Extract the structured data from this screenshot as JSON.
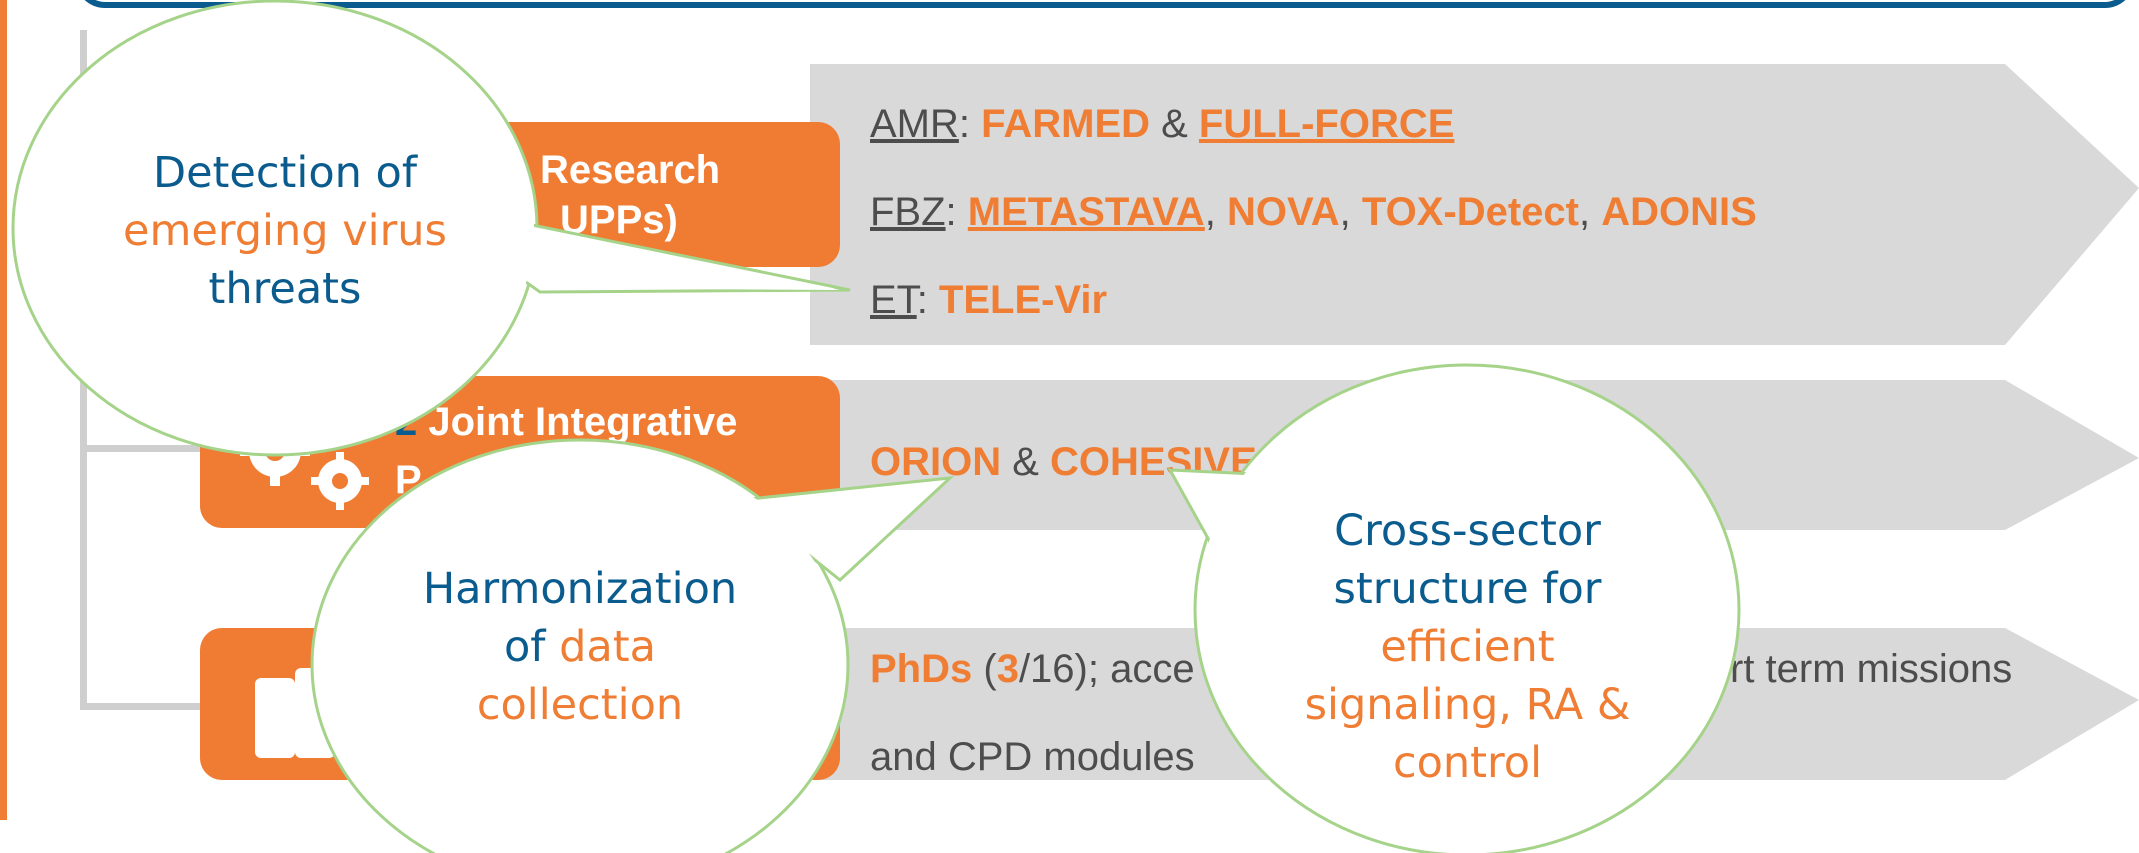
{
  "colors": {
    "accent": "#ef7d33",
    "blue": "#0b5c8e",
    "gray": "#d9d9d9",
    "bubble_border": "#a6d38a"
  },
  "rows": [
    {
      "box_label": "Research",
      "box_label2": "UPPs)",
      "lines": [
        {
          "prefix": "AMR",
          "sep": ": ",
          "items": [
            "FARMED",
            " & ",
            "FULL-FORCE"
          ]
        },
        {
          "prefix": "FBZ",
          "sep": ": ",
          "items": [
            "METASTAVA",
            ", ",
            "NOVA",
            ", ",
            "TOX-Detect",
            ", ",
            "ADONIS"
          ]
        },
        {
          "prefix": "ET",
          "sep": ": ",
          "items": [
            "TELE-Vir"
          ]
        }
      ]
    },
    {
      "box_num": "2",
      "box_label": "Joint Integrative",
      "box_label2": "P",
      "line": {
        "a": "ORION",
        "amp": " & ",
        "b": "COHESIVE"
      }
    },
    {
      "line1": {
        "phd": "PhDs",
        "open": " (",
        "num": "3",
        "rest": "/16); acce",
        "tail": "rt term missions"
      },
      "line2": "and CPD modules"
    }
  ],
  "bubbles": [
    {
      "t1": "Detection of",
      "t2": "emerging virus",
      "t3": "threats"
    },
    {
      "t1": "Harmonization",
      "t2a": "of ",
      "t2b": "data",
      "t3": "collection"
    },
    {
      "t1": "Cross-sector",
      "t2": "structure for",
      "t3": "efficient",
      "t4": "signaling, RA &",
      "t5": "control"
    }
  ],
  "icons": {
    "gears": "gears-icon",
    "books": "books-icon"
  }
}
